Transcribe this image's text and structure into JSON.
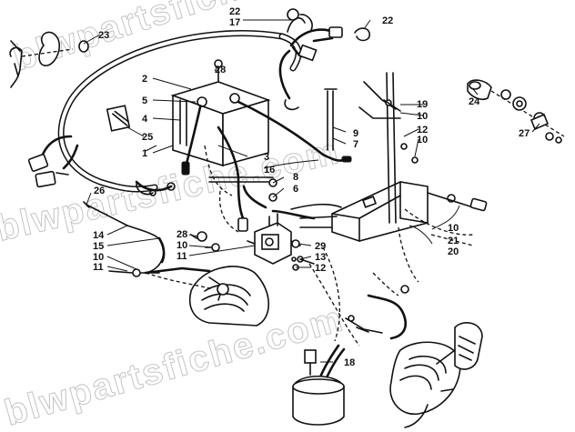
{
  "watermark": {
    "text": "blwpartsfiche.com"
  },
  "callouts": {
    "c1": "1",
    "c2": "2",
    "c3": "3",
    "c4": "4",
    "c5": "5",
    "c6": "6",
    "c7": "7",
    "c8": "8",
    "c9": "9",
    "c10a": "10",
    "c10b": "10",
    "c10c": "10",
    "c10d": "10",
    "c10e": "10",
    "c11a": "11",
    "c11b": "11",
    "c12a": "12",
    "c12b": "12",
    "c13": "13",
    "c14": "14",
    "c15": "15",
    "c16": "16",
    "c17": "17",
    "c18": "18",
    "c19": "19",
    "c20": "20",
    "c21": "21",
    "c22a": "22",
    "c22b": "22",
    "c23": "23",
    "c24": "24",
    "c25": "25",
    "c26": "26",
    "c27": "27",
    "c28a": "28",
    "c28b": "28",
    "c29": "29"
  },
  "colors": {
    "ink": "#111111",
    "background": "#ffffff",
    "watermark": "#c4c4c4"
  }
}
